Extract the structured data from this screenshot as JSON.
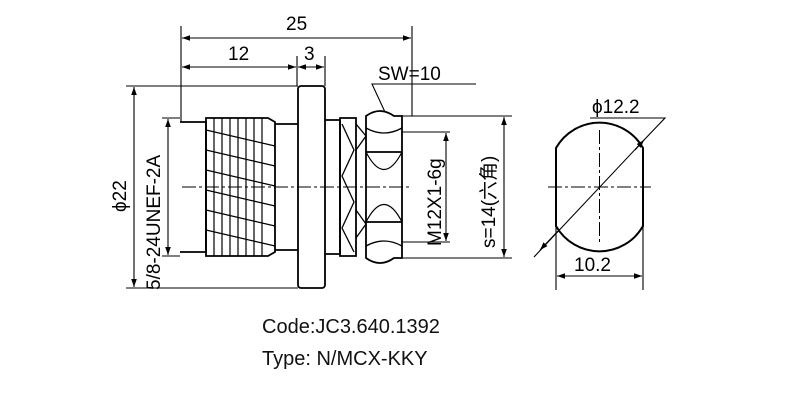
{
  "dimensions": {
    "overall_length": "25",
    "thread_length": "12",
    "flange_thickness": "3",
    "wrench_size": "SW=10",
    "flange_diameter": "ϕ22",
    "thread_spec": "5/8-24UNEF-2A",
    "nut_thread": "M12X1-6g",
    "hex_size": "s=14(六角)",
    "panel_cutout_diameter": "ϕ12.2",
    "panel_cutout_flat": "10.2"
  },
  "caption": {
    "code": "Code:JC3.640.1392",
    "type": "Type: N/MCX-KKY"
  }
}
